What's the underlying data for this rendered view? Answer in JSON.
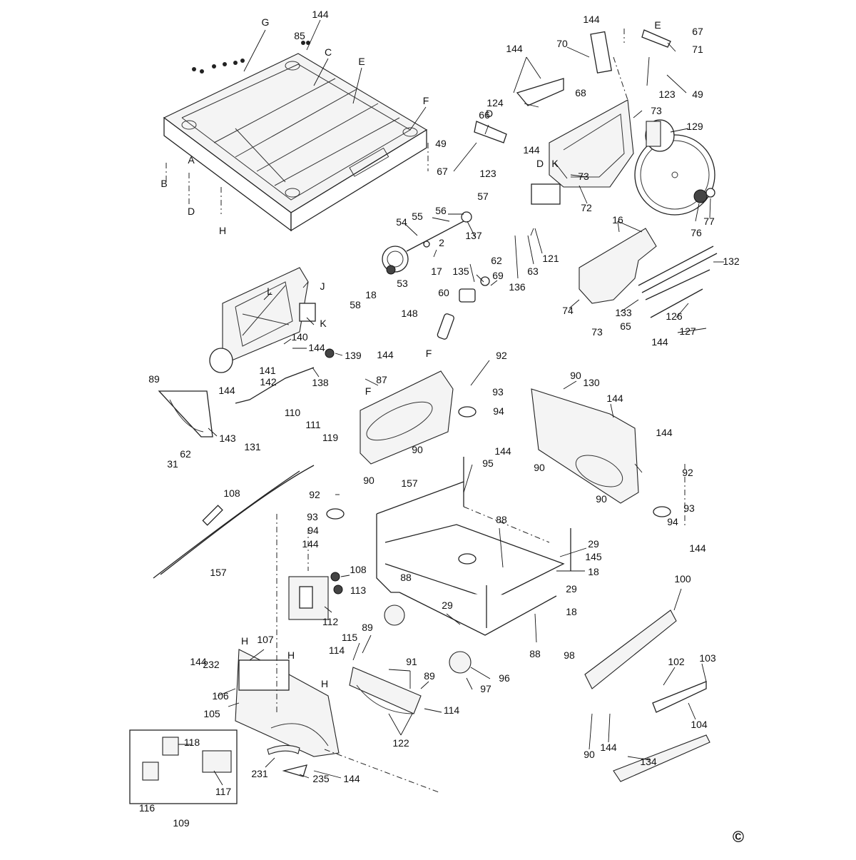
{
  "copyright_symbol": "©",
  "letter_labels": [
    "G",
    "C",
    "E",
    "F",
    "D",
    "A",
    "B",
    "D",
    "H",
    "J",
    "L",
    "K",
    "E",
    "D",
    "K",
    "F",
    "F",
    "H",
    "H",
    "H"
  ],
  "part_labels": [
    "144",
    "85",
    "70",
    "144",
    "67",
    "71",
    "144",
    "123",
    "49",
    "124",
    "68",
    "66",
    "73",
    "129",
    "49",
    "67",
    "123",
    "144",
    "73",
    "72",
    "57",
    "56",
    "55",
    "137",
    "54",
    "2",
    "17",
    "53",
    "58",
    "18",
    "135",
    "62",
    "60",
    "69",
    "148",
    "136",
    "63",
    "121",
    "16",
    "77",
    "76",
    "132",
    "74",
    "133",
    "65",
    "126",
    "127",
    "73",
    "144",
    "140",
    "144",
    "139",
    "141",
    "142",
    "138",
    "144",
    "92",
    "89",
    "144",
    "87",
    "93",
    "94",
    "144",
    "90",
    "130",
    "90",
    "144",
    "110",
    "111",
    "119",
    "144",
    "131",
    "62",
    "31",
    "143",
    "90",
    "157",
    "90",
    "95",
    "92",
    "90",
    "92",
    "108",
    "93",
    "94",
    "144",
    "93",
    "94",
    "144",
    "88",
    "29",
    "145",
    "18",
    "108",
    "113",
    "112",
    "88",
    "29",
    "18",
    "29",
    "157",
    "98",
    "88",
    "100",
    "89",
    "115",
    "114",
    "91",
    "89",
    "96",
    "97",
    "107",
    "232",
    "106",
    "105",
    "144",
    "103",
    "102",
    "118",
    "114",
    "122",
    "104",
    "90",
    "144",
    "134",
    "231",
    "235",
    "144",
    "116",
    "117",
    "109"
  ],
  "colors": {
    "line": "#222222",
    "background": "#ffffff"
  }
}
